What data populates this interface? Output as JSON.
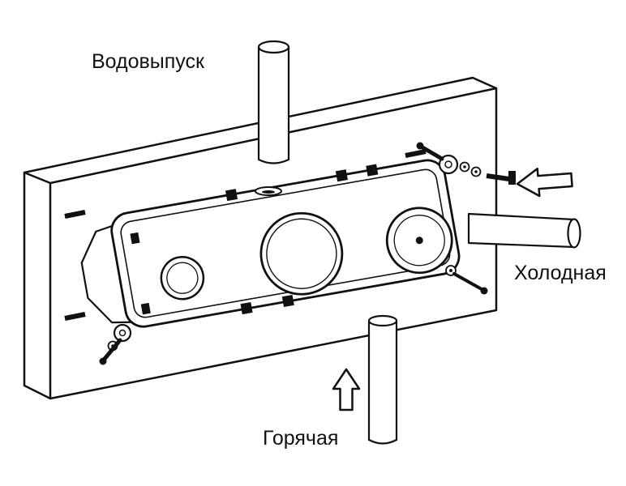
{
  "diagram": {
    "labels": {
      "outlet": "Водовыпуск",
      "cold": "Холодная",
      "hot": "Горячая"
    },
    "colors": {
      "line": "#111111",
      "background": "#ffffff"
    },
    "icons": {
      "cold_inlet_arrow": "arrow-left-outline",
      "hot_inlet_arrow": "arrow-up-outline"
    }
  }
}
